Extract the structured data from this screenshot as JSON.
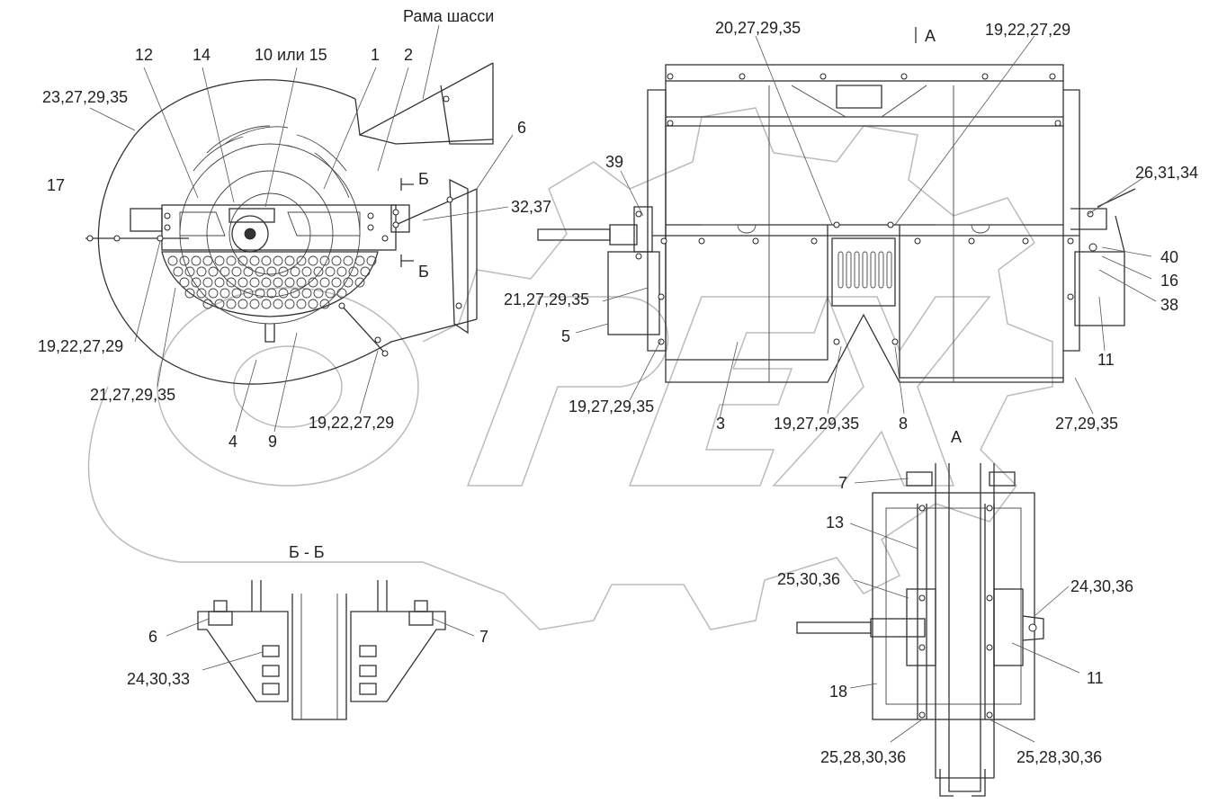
{
  "labels": {
    "rama_shassi": "Рама шасси",
    "l12": "12",
    "l14": "14",
    "l10_15": "10 или 15",
    "l1": "1",
    "l2": "2",
    "l23": "23,27,29,35",
    "l6": "6",
    "l17": "17",
    "lB_top": "Б",
    "lB_bot": "Б",
    "l32": "32,37",
    "l19_left": "19,22,27,29",
    "l21_left": "21,27,29,35",
    "l4": "4",
    "l9": "9",
    "l19_mid": "19,22,27,29",
    "l20": "20,27,29,35",
    "lA_top": "А",
    "l19_top": "19,22,27,29",
    "l39": "39",
    "l26": "26,31,34",
    "l40": "40",
    "l16": "16",
    "l38": "38",
    "l21_mid": "21,27,29,35",
    "l5": "5",
    "l11_top": "11",
    "l19_27_left": "19,27,29,35",
    "l3": "3",
    "l19_27_mid": "19,27,29,35",
    "l8": "8",
    "l27": "27,29,35",
    "lA_view": "А",
    "l7_view": "7",
    "l13": "13",
    "l25_left": "25,30,36",
    "l24_right": "24,30,36",
    "l11_bot": "11",
    "l18": "18",
    "l25_28_left": "25,28,30,36",
    "l25_28_right": "25,28,30,36",
    "section_BB": "Б - Б",
    "l6_bb": "6",
    "l7_bb": "7",
    "l24_30_33": "24,30,33"
  },
  "watermark": {
    "text": "OPEX"
  },
  "colors": {
    "line": "#333333",
    "watermark": "#bbbbbb",
    "background": "#ffffff"
  }
}
